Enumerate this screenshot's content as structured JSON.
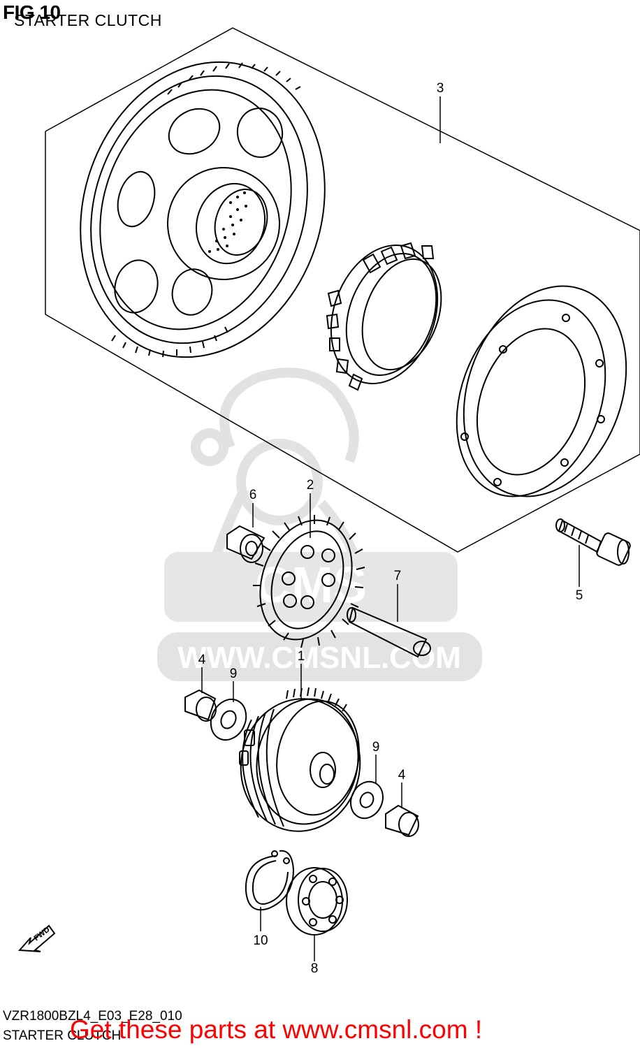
{
  "header": {
    "fig_title": "FIG 10",
    "fig_subtitle": "STARTER CLUTCH"
  },
  "watermark": {
    "text": "WWW.CMSNL.COM",
    "logo_text": "CMS"
  },
  "direction_marker": {
    "label": "FWD"
  },
  "callouts": [
    {
      "id": "callout-3",
      "number": "3"
    },
    {
      "id": "callout-6",
      "number": "6"
    },
    {
      "id": "callout-2",
      "number": "2"
    },
    {
      "id": "callout-7",
      "number": "7"
    },
    {
      "id": "callout-5",
      "number": "5"
    },
    {
      "id": "callout-4a",
      "number": "4"
    },
    {
      "id": "callout-9a",
      "number": "9"
    },
    {
      "id": "callout-1",
      "number": "1"
    },
    {
      "id": "callout-9b",
      "number": "9"
    },
    {
      "id": "callout-4b",
      "number": "4"
    },
    {
      "id": "callout-10",
      "number": "10"
    },
    {
      "id": "callout-8",
      "number": "8"
    }
  ],
  "footer": {
    "diagram_code": "VZR1800BZL4_E03_E28_010",
    "diagram_name": "STARTER CLUTCH",
    "promo_link": "Get these parts at www.cmsnl.com !"
  },
  "colors": {
    "line": "#000000",
    "watermark": "#e6e6e6",
    "promo": "#ff0000"
  }
}
